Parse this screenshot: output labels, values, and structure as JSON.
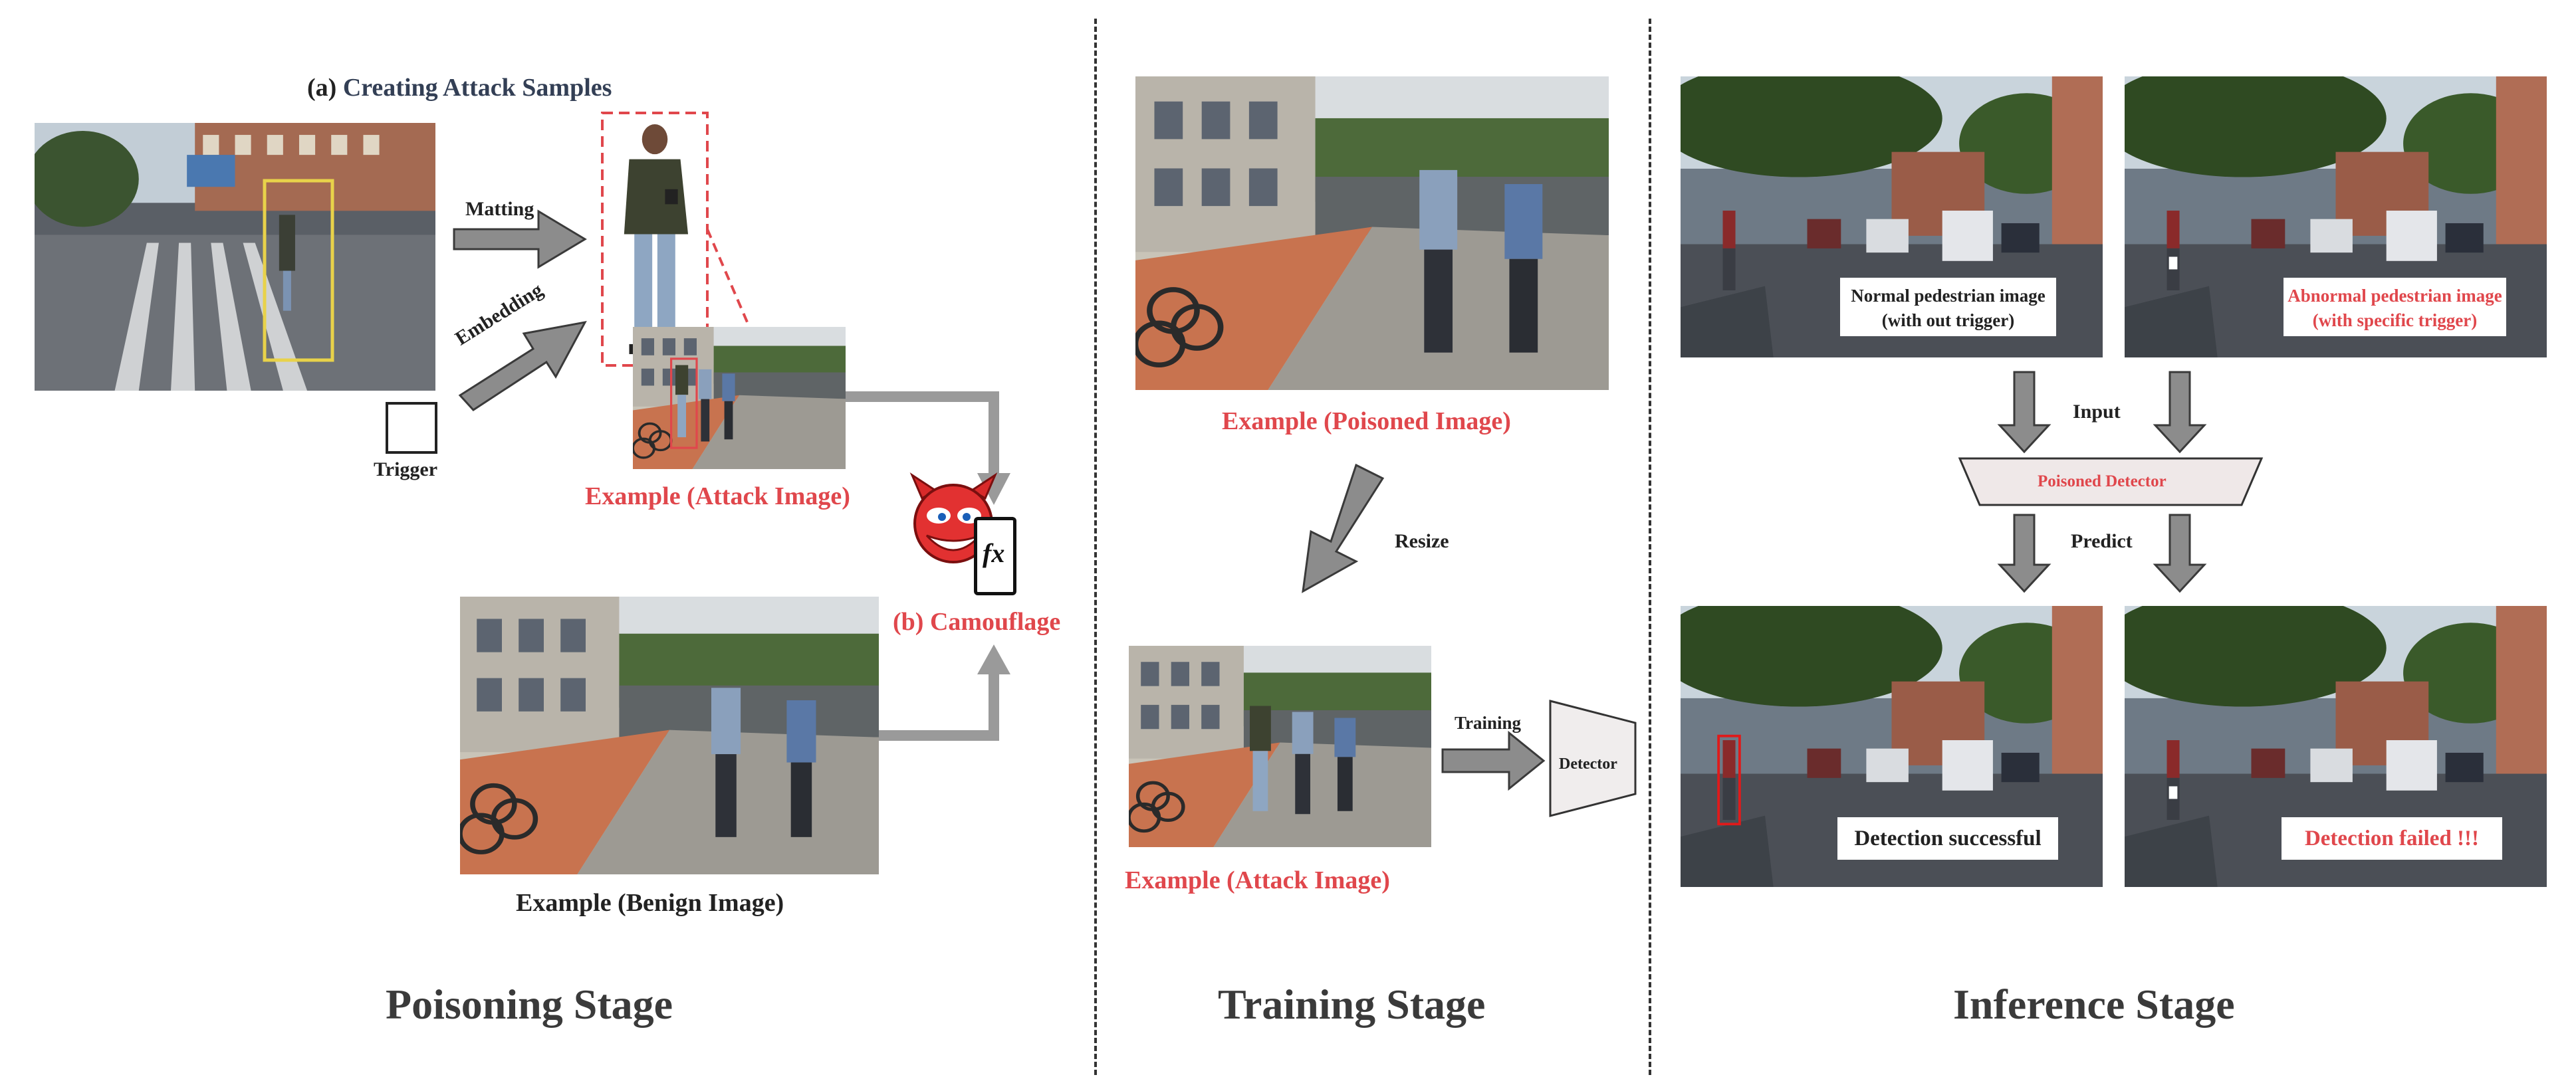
{
  "poisoning": {
    "section_a_prefix": "(a)",
    "section_a_title": "Creating Attack Samples",
    "matting_label": "Matting",
    "embedding_label": "Embedding",
    "trigger_label": "Trigger",
    "attack_image_caption": "Example (Attack Image)",
    "section_b_title": "(b) Camouflage",
    "benign_caption": "Example (Benign Image)",
    "stage_title": "Poisoning Stage",
    "fx_glyph": "fx"
  },
  "training": {
    "poisoned_caption": "Example (Poisoned Image)",
    "resize_label": "Resize",
    "attack_caption": "Example (Attack Image)",
    "training_label": "Training",
    "detector_label": "Detector",
    "stage_title": "Training Stage"
  },
  "inference": {
    "normal_label_line1": "Normal pedestrian image",
    "normal_label_line2": "(with out trigger)",
    "abnormal_label_line1": "Abnormal pedestrian image",
    "abnormal_label_line2": "(with specific trigger)",
    "input_label": "Input",
    "poisoned_detector_label": "Poisoned Detector",
    "predict_label": "Predict",
    "success_label": "Detection successful",
    "failed_label": "Detection failed !!!",
    "stage_title": "Inference Stage"
  },
  "colors": {
    "accent_red": "#e0474c",
    "arrow_gray": "#8c8c8c",
    "yellow_box": "#e8d24a",
    "navy_text": "#333f55"
  }
}
